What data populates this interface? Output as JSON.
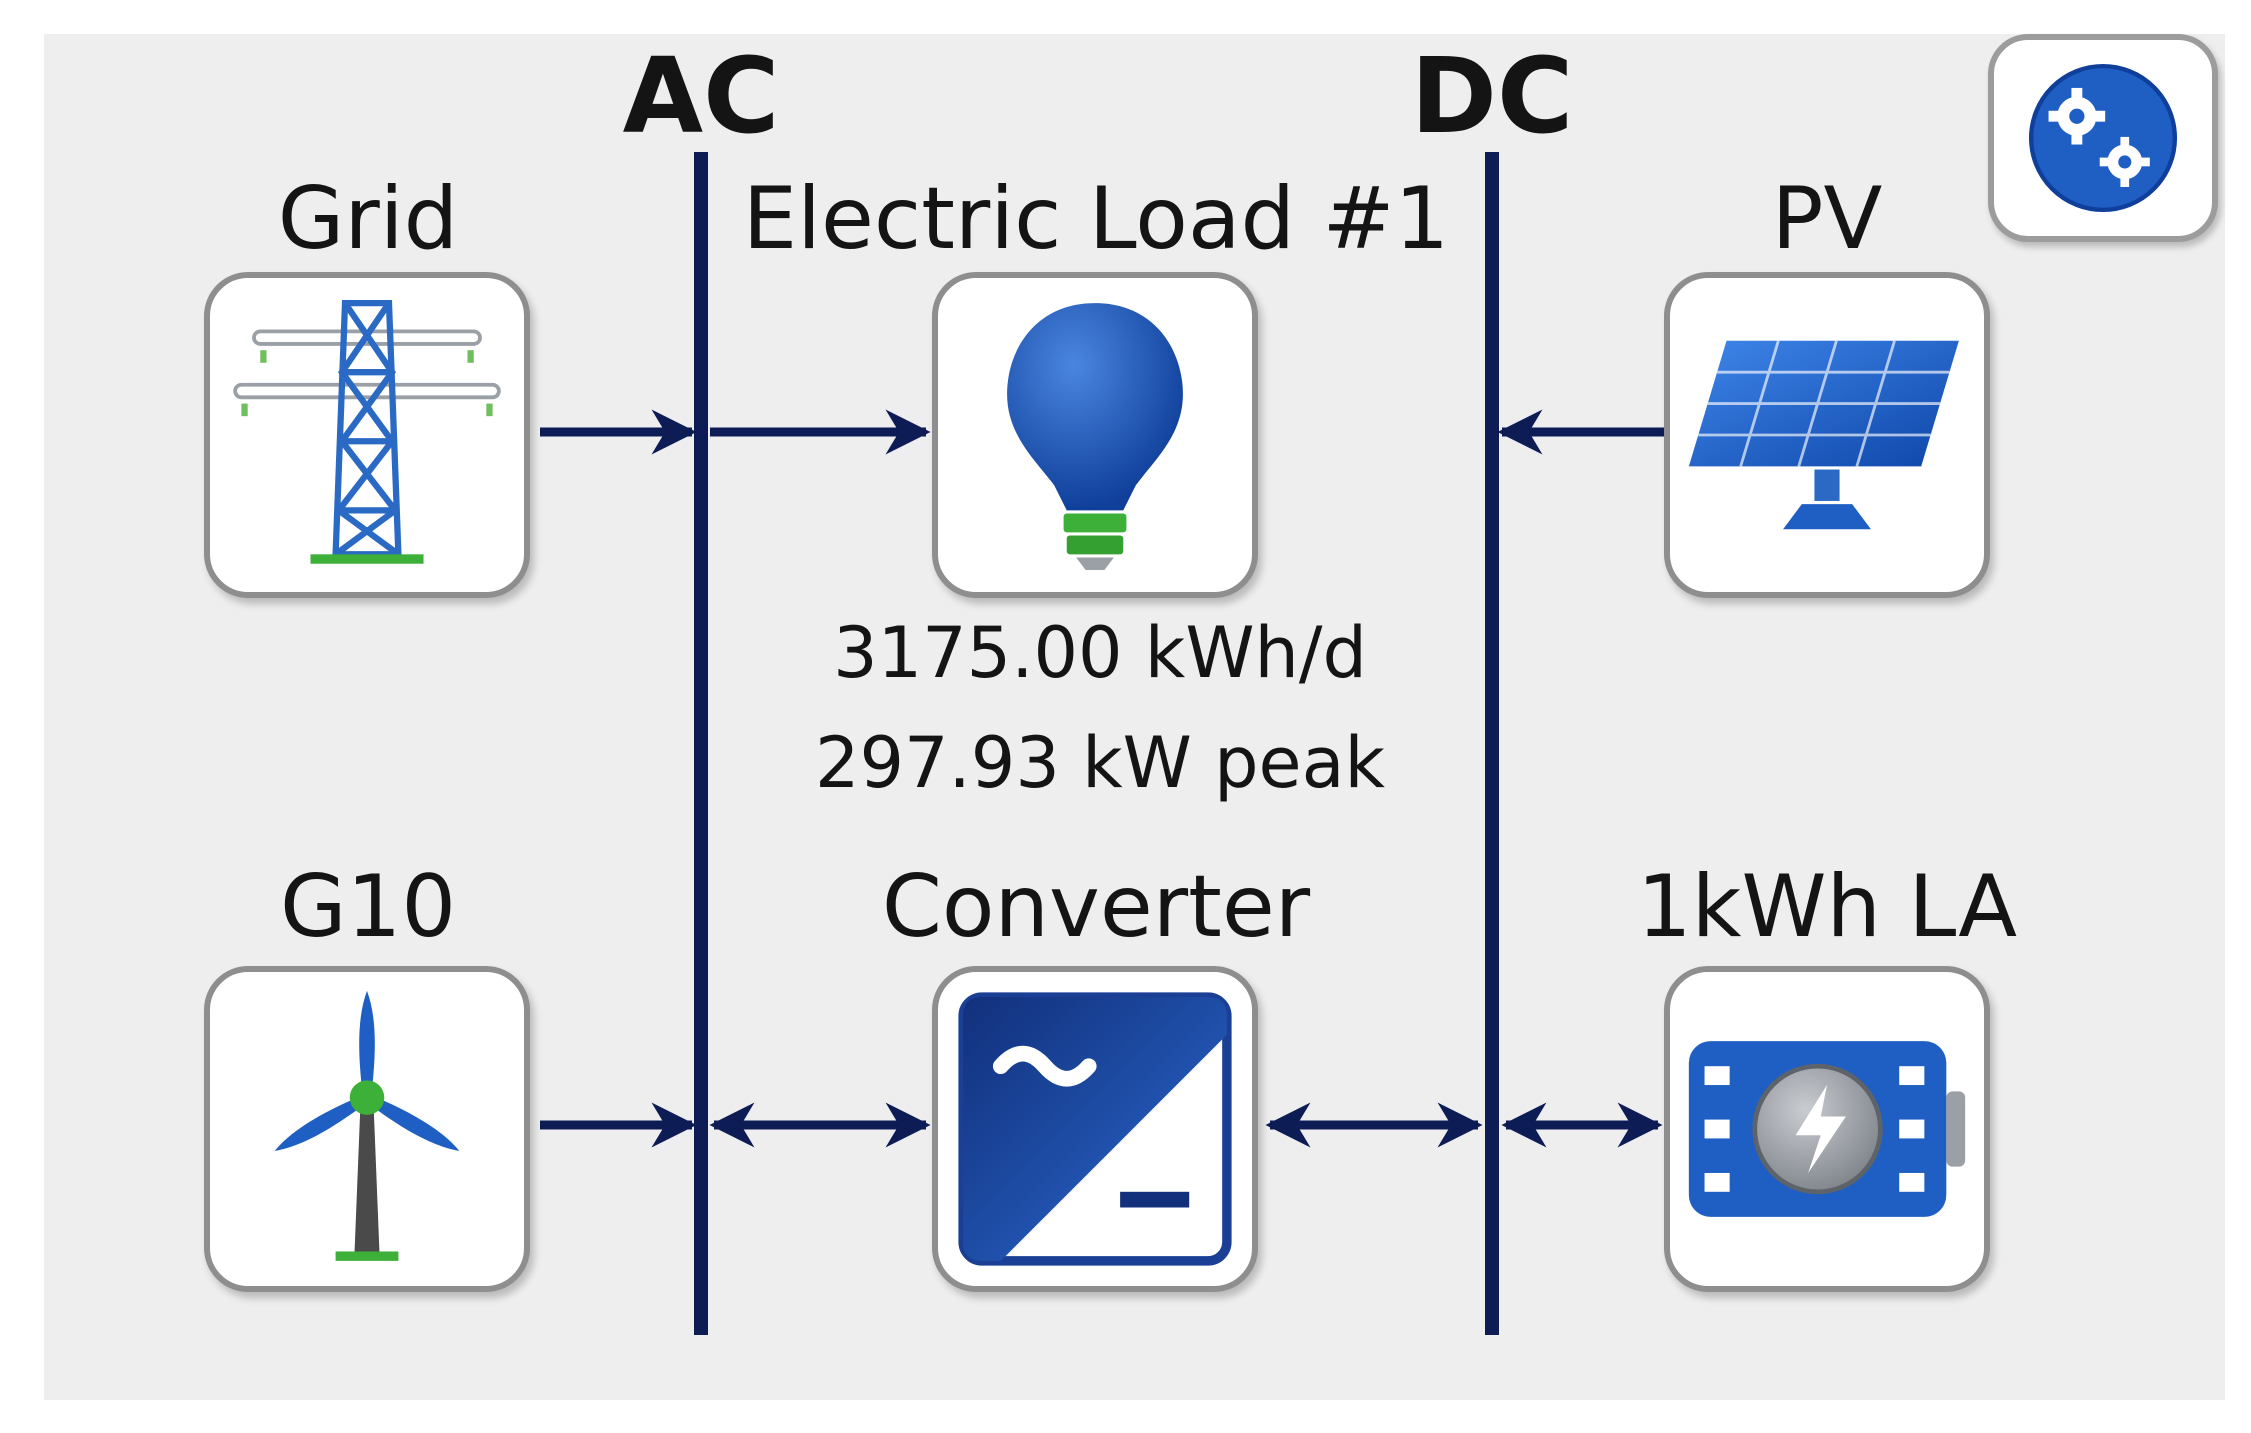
{
  "buses": {
    "ac_label": "AC",
    "dc_label": "DC"
  },
  "components": {
    "grid": {
      "label": "Grid"
    },
    "load": {
      "label": "Electric Load #1",
      "daily_energy": "3175.00 kWh/d",
      "peak_power": "297.93 kW peak"
    },
    "pv": {
      "label": "PV"
    },
    "wind": {
      "label": "G10"
    },
    "converter": {
      "label": "Converter"
    },
    "battery": {
      "label": "1kWh LA"
    }
  },
  "icons": {
    "grid": "transmission-tower-icon",
    "load": "light-bulb-icon",
    "pv": "solar-panel-icon",
    "wind": "wind-turbine-icon",
    "converter": "converter-icon",
    "battery": "battery-icon",
    "settings": "gears-icon"
  },
  "colors": {
    "bus_line": "#0e1c55",
    "icon_blue": "#1f5fc4",
    "accent_green": "#3db03a",
    "panel_bg": "#eeeeee"
  }
}
